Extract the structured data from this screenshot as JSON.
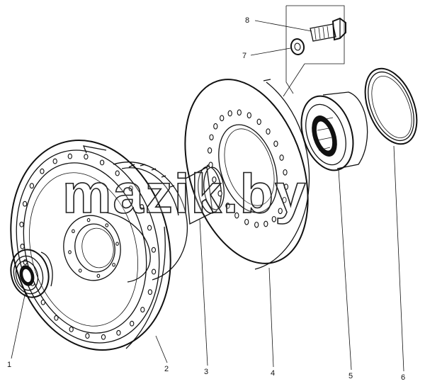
{
  "watermark": "mazik.by",
  "callouts": [
    {
      "id": "1",
      "text": "1"
    },
    {
      "id": "2",
      "text": "2"
    },
    {
      "id": "3",
      "text": "3"
    },
    {
      "id": "4",
      "text": "4"
    },
    {
      "id": "5",
      "text": "5"
    },
    {
      "id": "6",
      "text": "6"
    },
    {
      "id": "7",
      "text": "7"
    },
    {
      "id": "8",
      "text": "8"
    }
  ],
  "colors": {
    "line": "#111111",
    "background": "#ffffff"
  }
}
